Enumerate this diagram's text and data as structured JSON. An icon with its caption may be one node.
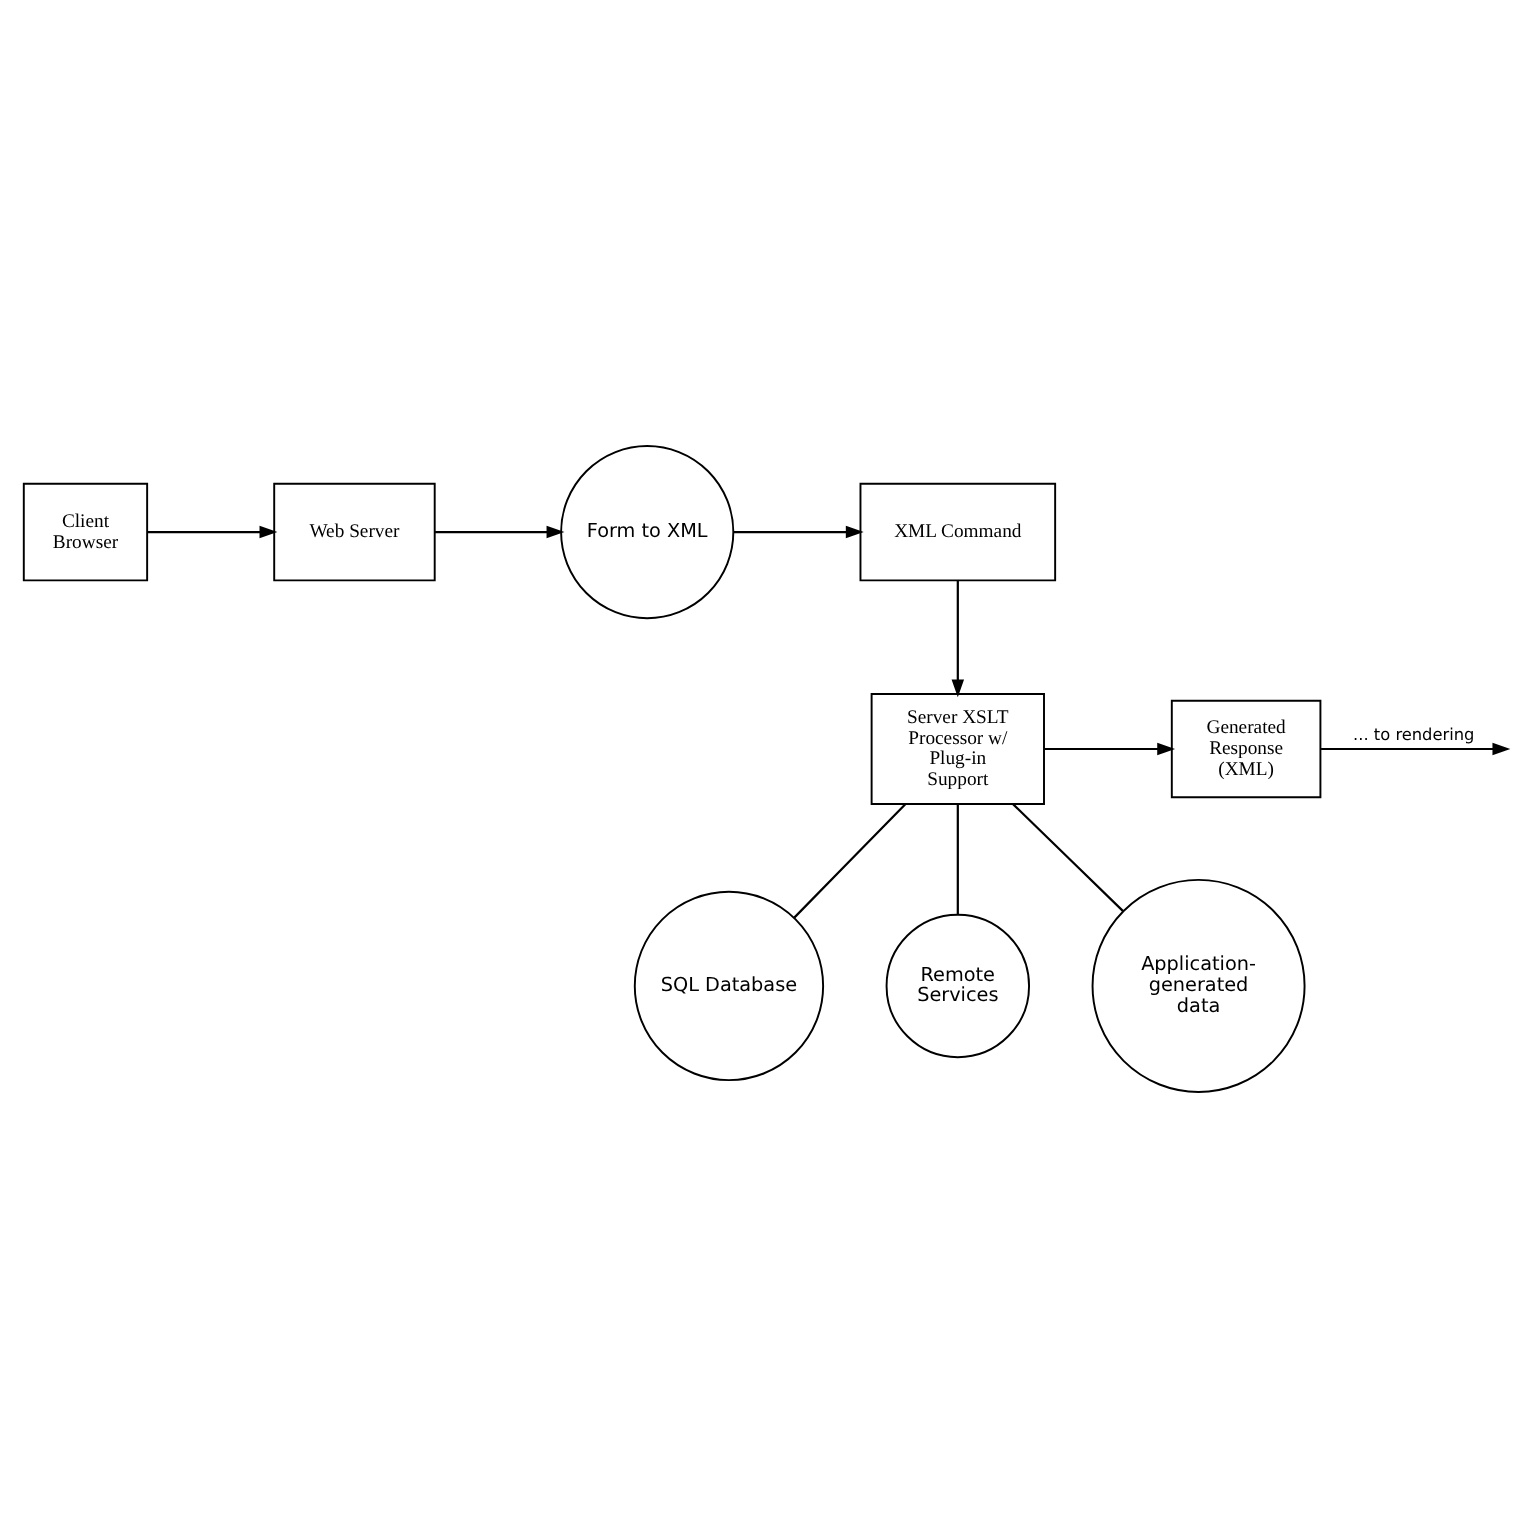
{
  "diagram": {
    "nodes": [
      {
        "text": [
          "Client Browser"
        ]
      },
      {
        "text": [
          "Web Server"
        ]
      },
      {
        "text": [
          "Form to XML"
        ]
      },
      {
        "text": [
          "XML Command"
        ]
      },
      {
        "text": [
          "Server XSLT Processor w/ Plug-in Support"
        ]
      },
      {
        "text": [
          "Generated Response (XML)"
        ]
      },
      {
        "text": [
          "SQL Database"
        ]
      },
      {
        "text": [
          "Remote Services"
        ]
      },
      {
        "text": [
          "Application-generated data"
        ]
      }
    ],
    "edges": [
      {
        "from": 0,
        "to": 1,
        "arrow": "to"
      },
      {
        "from": 1,
        "to": 2,
        "arrow": "to"
      },
      {
        "from": 2,
        "to": 3,
        "arrow": "to"
      },
      {
        "from": 3,
        "to": 4,
        "arrow": "to"
      },
      {
        "from": 4,
        "to": 5,
        "arrow": "to"
      },
      {
        "from": 5,
        "to": null,
        "arrow": "to",
        "label": "... to rendering"
      },
      {
        "from": 4,
        "to": 6,
        "arrow": "none"
      },
      {
        "from": 4,
        "to": 7,
        "arrow": "none"
      },
      {
        "from": 4,
        "to": 8,
        "arrow": "none"
      }
    ]
  }
}
